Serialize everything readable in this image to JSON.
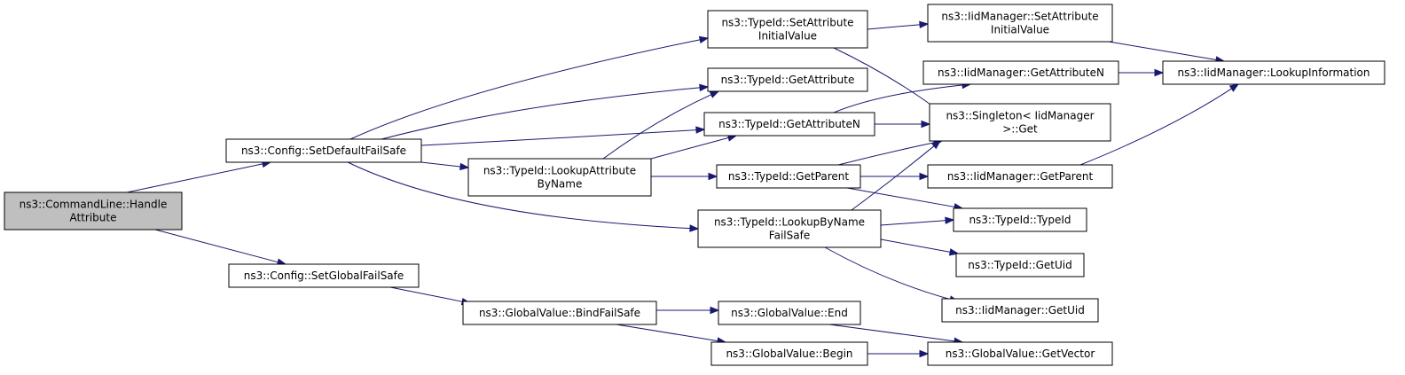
{
  "colors": {
    "edge": "#191970",
    "root_fill": "#bfbfbf",
    "node_fill": "#ffffff",
    "node_border": "#000000"
  },
  "nodes": {
    "handle_attribute": [
      "ns3::CommandLine::Handle",
      "Attribute"
    ],
    "set_default_failsafe": [
      "ns3::Config::SetDefaultFailSafe"
    ],
    "set_global_failsafe": [
      "ns3::Config::SetGlobalFailSafe"
    ],
    "set_attribute_initial_value": [
      "ns3::TypeId::SetAttribute",
      "InitialValue"
    ],
    "get_attribute": [
      "ns3::TypeId::GetAttribute"
    ],
    "get_attribute_n": [
      "ns3::TypeId::GetAttributeN"
    ],
    "lookup_attribute_by_name": [
      "ns3::TypeId::LookupAttribute",
      "ByName"
    ],
    "get_parent": [
      "ns3::TypeId::GetParent"
    ],
    "lookup_by_name_failsafe": [
      "ns3::TypeId::LookupByName",
      "FailSafe"
    ],
    "iid_set_attribute_initial_value": [
      "ns3::IidManager::SetAttribute",
      "InitialValue"
    ],
    "iid_get_attribute_n": [
      "ns3::IidManager::GetAttributeN"
    ],
    "singleton_get": [
      "ns3::Singleton< IidManager",
      ">::Get"
    ],
    "iid_get_parent": [
      "ns3::IidManager::GetParent"
    ],
    "type_id": [
      "ns3::TypeId::TypeId"
    ],
    "get_uid": [
      "ns3::TypeId::GetUid"
    ],
    "iid_get_uid": [
      "ns3::IidManager::GetUid"
    ],
    "iid_lookup_information": [
      "ns3::IidManager::LookupInformation"
    ],
    "bind_failsafe": [
      "ns3::GlobalValue::BindFailSafe"
    ],
    "gv_end": [
      "ns3::GlobalValue::End"
    ],
    "gv_begin": [
      "ns3::GlobalValue::Begin"
    ],
    "gv_get_vector": [
      "ns3::GlobalValue::GetVector"
    ]
  },
  "edges": [
    [
      "handle_attribute",
      "set_default_failsafe"
    ],
    [
      "handle_attribute",
      "set_global_failsafe"
    ],
    [
      "set_default_failsafe",
      "set_attribute_initial_value"
    ],
    [
      "set_default_failsafe",
      "get_attribute"
    ],
    [
      "set_default_failsafe",
      "get_attribute_n"
    ],
    [
      "set_default_failsafe",
      "lookup_attribute_by_name"
    ],
    [
      "set_default_failsafe",
      "lookup_by_name_failsafe"
    ],
    [
      "set_attribute_initial_value",
      "iid_set_attribute_initial_value"
    ],
    [
      "set_attribute_initial_value",
      "singleton_get"
    ],
    [
      "iid_set_attribute_initial_value",
      "iid_lookup_information"
    ],
    [
      "get_attribute_n",
      "iid_get_attribute_n"
    ],
    [
      "get_attribute_n",
      "singleton_get"
    ],
    [
      "iid_get_attribute_n",
      "iid_lookup_information"
    ],
    [
      "lookup_attribute_by_name",
      "get_attribute"
    ],
    [
      "lookup_attribute_by_name",
      "get_attribute_n"
    ],
    [
      "lookup_attribute_by_name",
      "get_parent"
    ],
    [
      "get_parent",
      "singleton_get"
    ],
    [
      "get_parent",
      "iid_get_parent"
    ],
    [
      "get_parent",
      "type_id"
    ],
    [
      "iid_get_parent",
      "iid_lookup_information"
    ],
    [
      "lookup_by_name_failsafe",
      "singleton_get"
    ],
    [
      "lookup_by_name_failsafe",
      "type_id"
    ],
    [
      "lookup_by_name_failsafe",
      "get_uid"
    ],
    [
      "lookup_by_name_failsafe",
      "iid_get_uid"
    ],
    [
      "set_global_failsafe",
      "bind_failsafe"
    ],
    [
      "bind_failsafe",
      "gv_end"
    ],
    [
      "bind_failsafe",
      "gv_begin"
    ],
    [
      "gv_end",
      "gv_get_vector"
    ],
    [
      "gv_begin",
      "gv_get_vector"
    ]
  ]
}
